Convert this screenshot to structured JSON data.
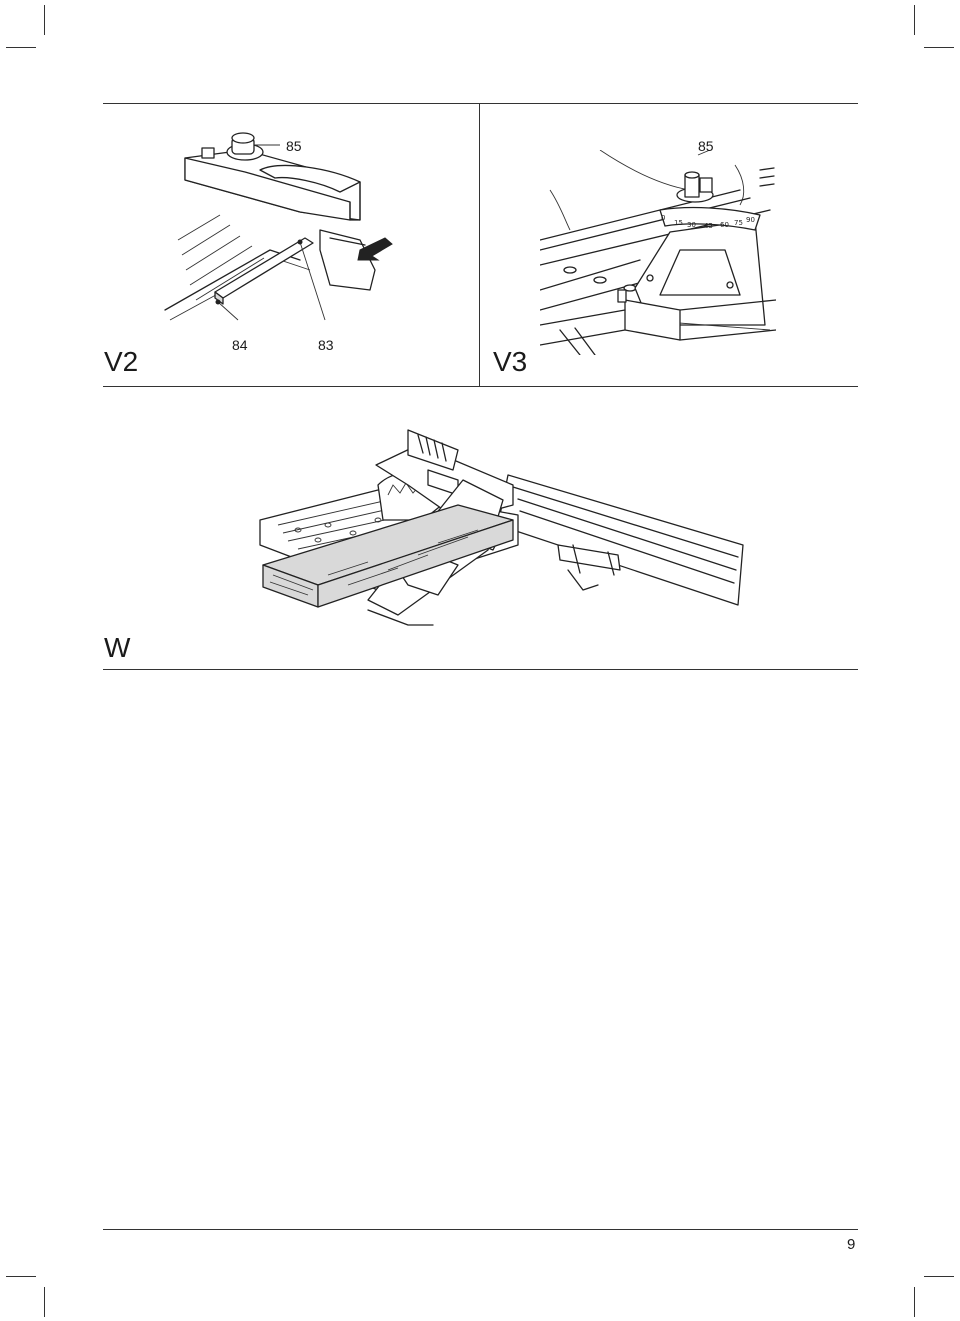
{
  "figures": {
    "v2": {
      "label": "V2",
      "callouts": [
        "85",
        "84",
        "83"
      ]
    },
    "v3": {
      "label": "V3",
      "callouts": [
        "85"
      ],
      "scale": [
        "0",
        "15",
        "30",
        "45",
        "60",
        "75",
        "90"
      ]
    },
    "w": {
      "label": "W"
    }
  },
  "footer": {
    "page_number": "9"
  }
}
